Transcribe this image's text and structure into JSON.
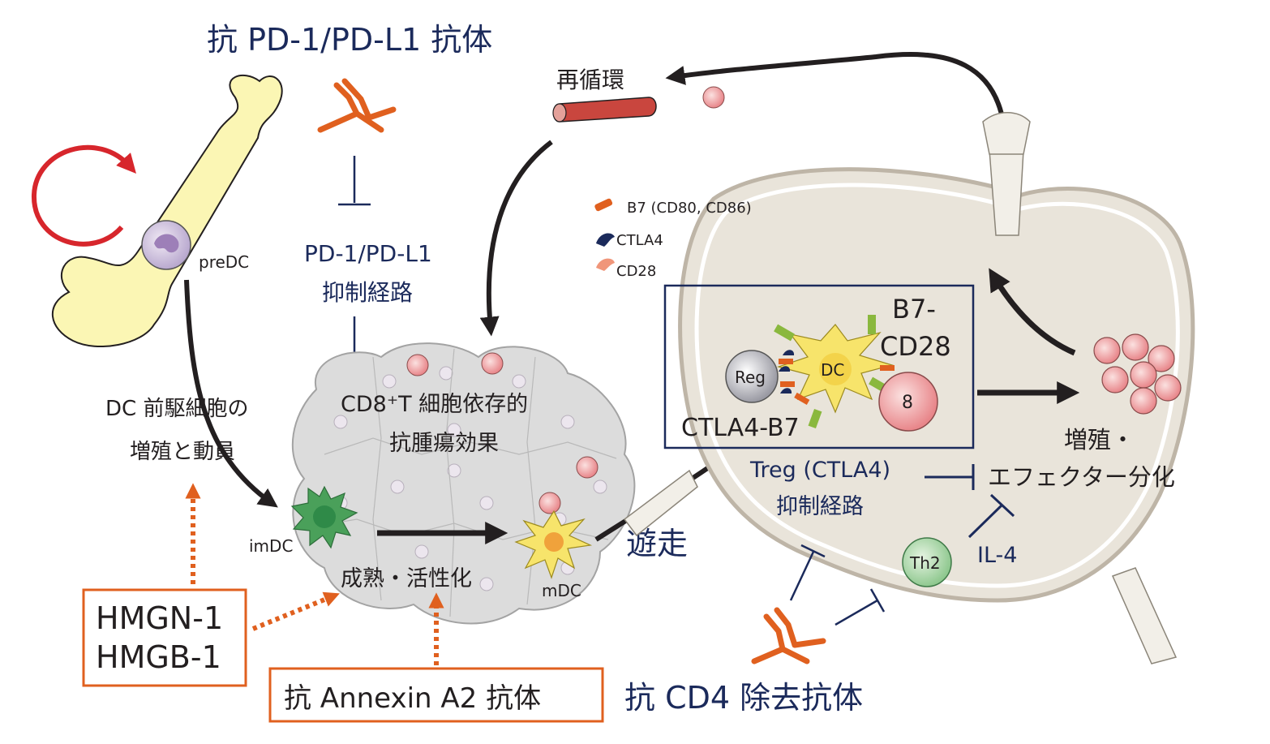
{
  "colors": {
    "navy": "#1b2a5b",
    "orange": "#e0601f",
    "red": "#d7262c",
    "black": "#231f20",
    "bone": "#fbf6b4",
    "node": "#e9e4da",
    "tumor": "#dcdcdc"
  },
  "titles": {
    "anti_pd1": "抗 PD-1/PD-L1 抗体",
    "anti_cd4": "抗 CD4 除去抗体"
  },
  "labels": {
    "recirculation": "再循環",
    "predc": "preDC",
    "imdc": "imDC",
    "mdc": "mDC",
    "dc_precursor_line1": "DC 前駆細胞の",
    "dc_precursor_line2": "増殖と動員",
    "pd1_pathway_line1": "PD-1/PD-L1",
    "pd1_pathway_line2": "抑制経路",
    "cd8_effect_line1": "CD8⁺T 細胞依存的",
    "cd8_effect_line2": "抗腫瘍効果",
    "maturation": "成熟・活性化",
    "migration": "遊走",
    "treg_line1": "Treg (CTLA4)",
    "treg_line2": "抑制経路",
    "il4": "IL-4",
    "th2": "Th2",
    "reg": "Reg",
    "dc": "DC",
    "cd8cell": "8",
    "b7cd28_line1": "B7-",
    "b7cd28_line2": "CD28",
    "ctla4b7": "CTLA4-B7",
    "proliferation_line1": "増殖・",
    "proliferation_line2": "エフェクター分化"
  },
  "legend": [
    {
      "label": "B7 (CD80, CD86)",
      "icon": "b7-icon",
      "color": "#e0601f"
    },
    {
      "label": "CTLA4",
      "icon": "ctla4-icon",
      "color": "#1b2a5b"
    },
    {
      "label": "CD28",
      "icon": "cd28-icon",
      "color": "#f0967a"
    }
  ],
  "boxes": {
    "hmg_line1": "HMGN-1",
    "hmg_line2": "HMGB-1",
    "annexin": "抗 Annexin A2 抗体"
  }
}
